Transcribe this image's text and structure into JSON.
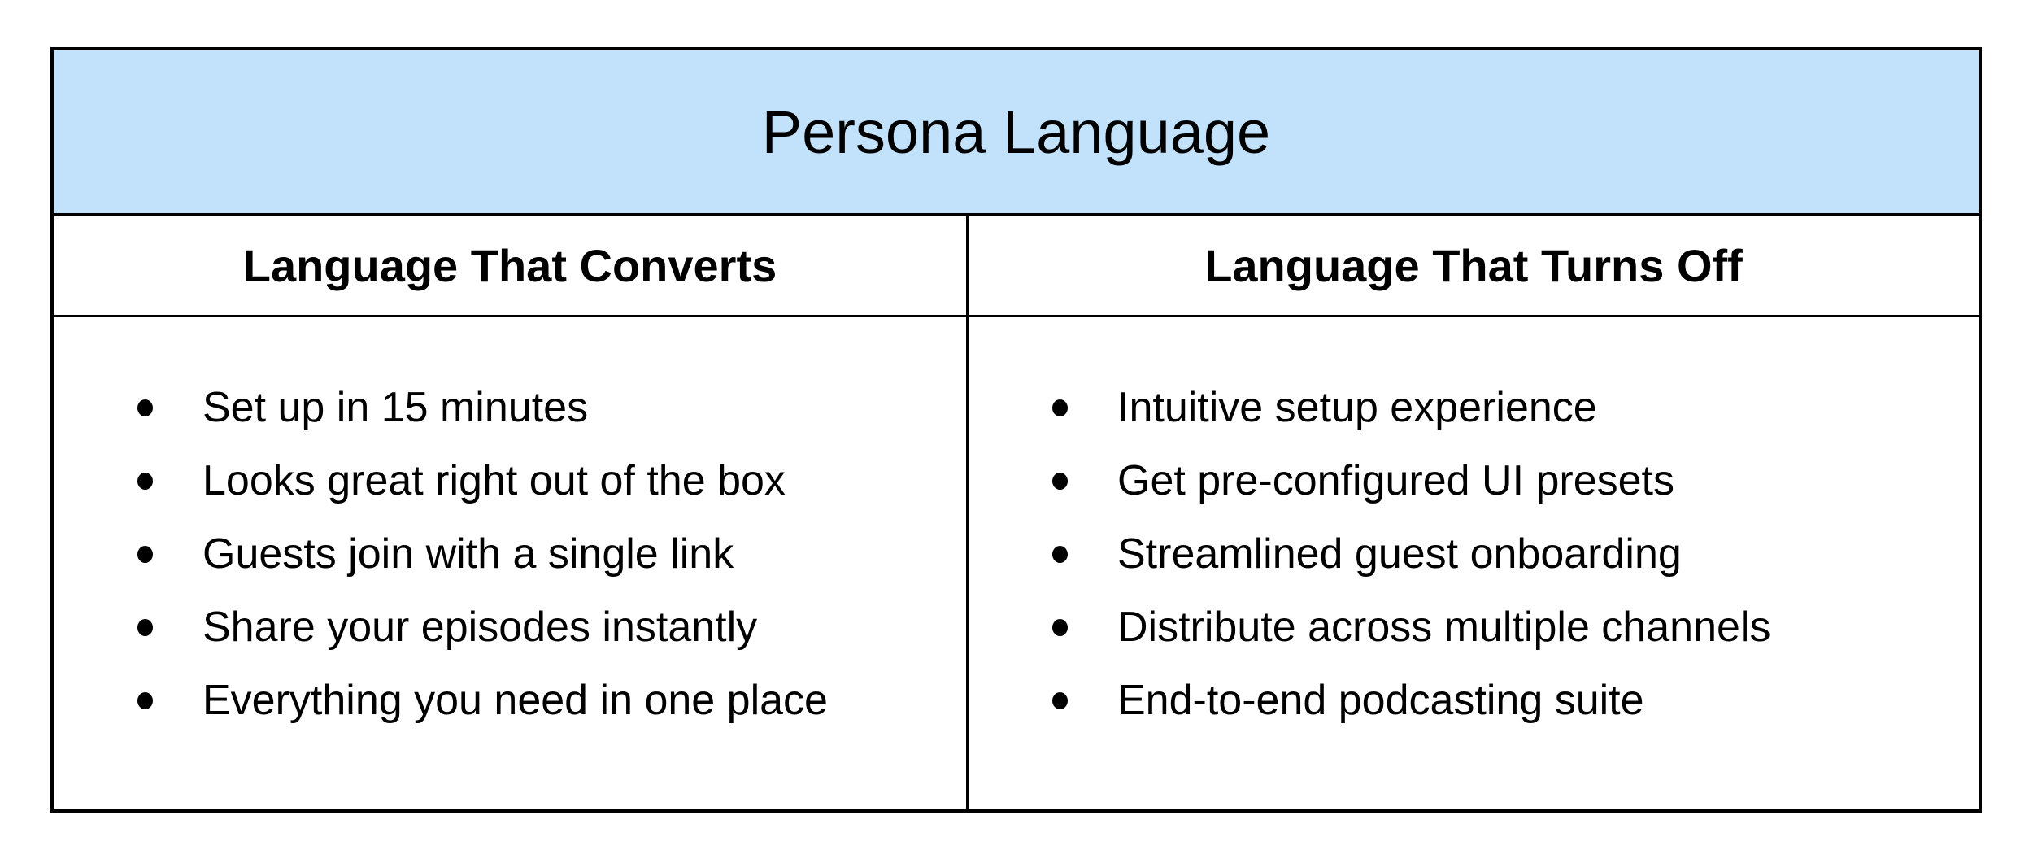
{
  "table": {
    "title": "Persona Language",
    "columns": [
      {
        "header": "Language That Converts",
        "items": [
          "Set up in 15 minutes",
          "Looks great right out of the box",
          "Guests join with a single link",
          "Share your episodes instantly",
          "Everything you need in one place"
        ]
      },
      {
        "header": "Language That Turns Off",
        "items": [
          "Intuitive setup experience",
          "Get pre-configured UI presets",
          "Streamlined guest onboarding",
          "Distribute across multiple channels",
          "End-to-end podcasting suite"
        ]
      }
    ]
  },
  "colors": {
    "title_background": "#C2E2FB",
    "border": "#000000",
    "text": "#000000",
    "page_background": "#FFFFFF"
  }
}
